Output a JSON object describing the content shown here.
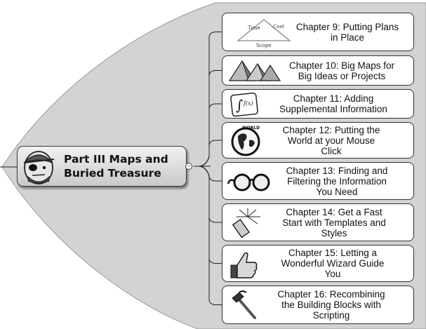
{
  "central": {
    "title": "Part III Maps and\nBuried Treasure",
    "icon": "pirate-icon",
    "toggle_symbol": "−"
  },
  "chapters": [
    {
      "label": "Chapter 9: Putting Plans\nin Place",
      "icon": "triangle-diagram-icon",
      "icon_words": [
        "Time",
        "Cost",
        "Scope"
      ]
    },
    {
      "label": "Chapter 10: Big Maps for\nBig Ideas or Projects",
      "icon": "pyramids-icon"
    },
    {
      "label": "Chapter 11: Adding\nSupplemental Information",
      "icon": "formula-icon"
    },
    {
      "label": "Chapter 12: Putting the\nWorld at your Mouse\nClick",
      "icon": "globe-icon",
      "icon_words": [
        "WORLD"
      ]
    },
    {
      "label": "Chapter 13: Finding and\nFiltering the Information\nYou Need",
      "icon": "eyeglasses-icon"
    },
    {
      "label": "Chapter 14: Get a Fast\nStart with Templates and\nStyles",
      "icon": "firecracker-icon"
    },
    {
      "label": "Chapter 15: Letting a\nWonderful Wizard Guide\nYou",
      "icon": "thumbs-up-icon"
    },
    {
      "label": "Chapter 16: Recombining\nthe Building Blocks with\nScripting",
      "icon": "hammer-icon"
    }
  ],
  "colors": {
    "panel": "#d3d3d3",
    "panel_edge": "#9a9a9a",
    "connector": "#222222"
  }
}
